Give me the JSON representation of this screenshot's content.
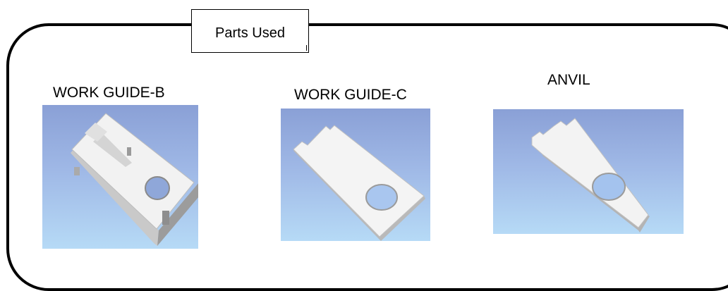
{
  "section": {
    "title": "Parts Used"
  },
  "parts": [
    {
      "label": "WORK GUIDE-B"
    },
    {
      "label": "WORK GUIDE-C"
    },
    {
      "label": "ANVIL"
    }
  ],
  "colors": {
    "border": "#000000",
    "panel_top": "#8aa0d6",
    "panel_bottom": "#b6daf6",
    "part_face": "#f4f4f4",
    "part_edge": "#b8b8b8"
  }
}
